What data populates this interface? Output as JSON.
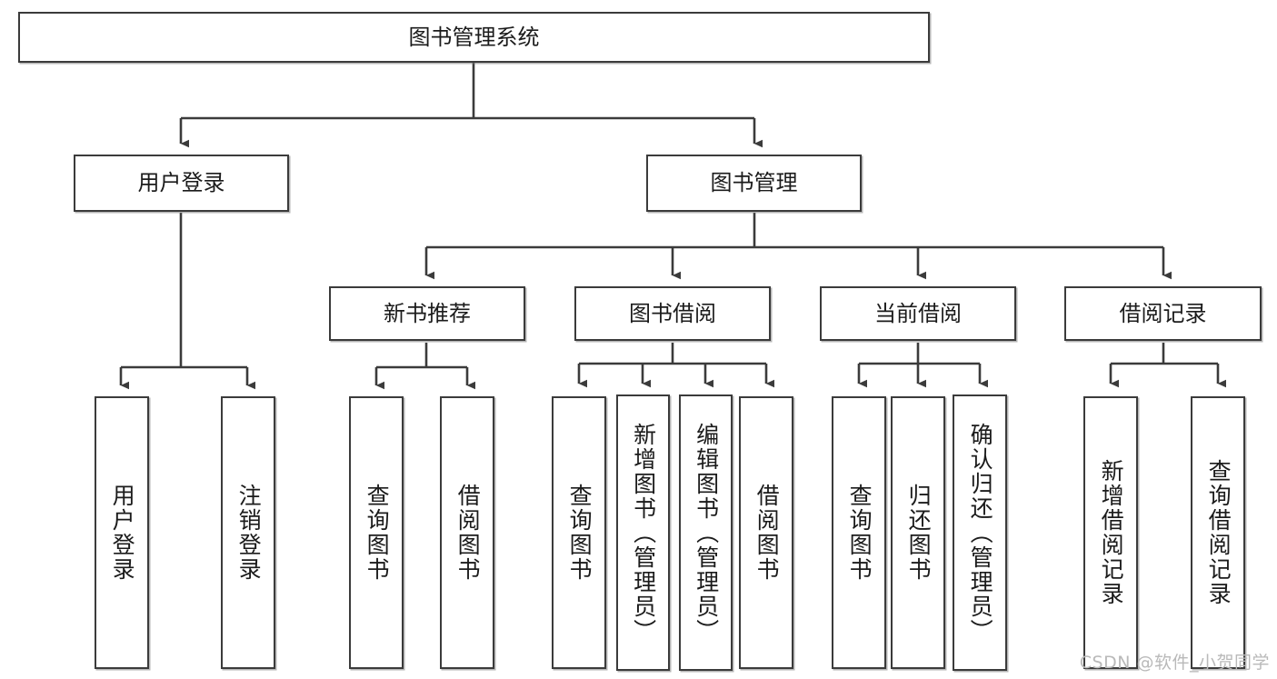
{
  "diagram": {
    "title": "图书管理系统",
    "type": "tree-hierarchy",
    "watermark": "CSDN @软件_小贺同学",
    "root": {
      "id": "root",
      "label": "图书管理系统"
    },
    "level2": [
      {
        "id": "user-login",
        "label": "用户登录"
      },
      {
        "id": "book-manage",
        "label": "图书管理"
      }
    ],
    "level3": [
      {
        "id": "new-book-recommend",
        "label": "新书推荐",
        "parent": "book-manage"
      },
      {
        "id": "book-borrow",
        "label": "图书借阅",
        "parent": "book-manage"
      },
      {
        "id": "current-borrow",
        "label": "当前借阅",
        "parent": "book-manage"
      },
      {
        "id": "borrow-record",
        "label": "借阅记录",
        "parent": "book-manage"
      }
    ],
    "leaves": [
      {
        "id": "leaf-user-login",
        "label": "用户登录",
        "parent": "user-login"
      },
      {
        "id": "leaf-logout-login",
        "label": "注销登录",
        "parent": "user-login"
      },
      {
        "id": "leaf-query-book-1",
        "label": "查询图书",
        "parent": "new-book-recommend"
      },
      {
        "id": "leaf-borrow-book-1",
        "label": "借阅图书",
        "parent": "new-book-recommend"
      },
      {
        "id": "leaf-query-book-2",
        "label": "查询图书",
        "parent": "book-borrow"
      },
      {
        "id": "leaf-add-book",
        "label": "新增图书（管理员）",
        "parent": "book-borrow"
      },
      {
        "id": "leaf-edit-book",
        "label": "编辑图书（管理员）",
        "parent": "book-borrow"
      },
      {
        "id": "leaf-borrow-book-2",
        "label": "借阅图书",
        "parent": "book-borrow"
      },
      {
        "id": "leaf-query-book-3",
        "label": "查询图书",
        "parent": "current-borrow"
      },
      {
        "id": "leaf-return-book",
        "label": "归还图书",
        "parent": "current-borrow"
      },
      {
        "id": "leaf-confirm-return",
        "label": "确认归还（管理员）",
        "parent": "current-borrow"
      },
      {
        "id": "leaf-add-record",
        "label": "新增借阅记录",
        "parent": "borrow-record"
      },
      {
        "id": "leaf-query-record",
        "label": "查询借阅记录",
        "parent": "borrow-record"
      }
    ],
    "colors": {
      "box_border": "#3b3b3b",
      "box_fill": "#ffffff",
      "edge": "#3b3b3b",
      "text": "#1b1b1b",
      "watermark": "#b9b9b9"
    }
  }
}
